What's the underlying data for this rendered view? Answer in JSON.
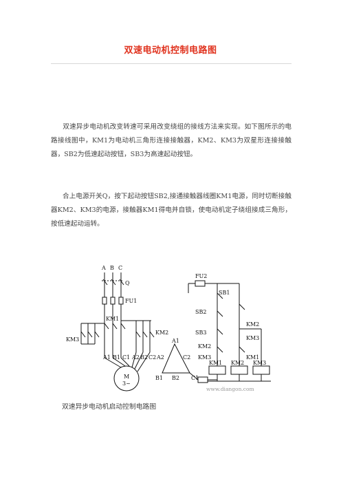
{
  "title": "双速电动机控制电路图",
  "paragraphs": [
    "双速异步电动机改变转速可采用改变绕组的接线方法来实现。如下图所示的电路接线图中，KM1为电动机三角形连接接触器，KM2、KM3为双星形连接接触器，SB2为低速起动按钮，SB3为高速起动按钮。",
    "合上电源开关Q，按下起动按钮SB2,接通接触器线圈KM1电源，同时切断接触器KM2、KM3的电源，接触器KM1得电并自锁，使电动机定子绕组接成三角形，按低速起动运转。"
  ],
  "diagram": {
    "phase_labels": [
      "A",
      "B",
      "C"
    ],
    "switch_label": "Q",
    "fuse_main": "FU1",
    "fuse_ctrl": "FU2",
    "km1": "KM1",
    "km2": "KM2",
    "km3": "KM3",
    "motor_label": "M",
    "motor_sub": "3~",
    "terminals": [
      "A1",
      "B1",
      "C1",
      "A2",
      "B2",
      "C2"
    ],
    "sb1": "SB1",
    "sb2": "SB2",
    "sb3": "SB3",
    "watermark": "www.diangon.com"
  },
  "caption": "双速异步电动机启动控制电路图"
}
